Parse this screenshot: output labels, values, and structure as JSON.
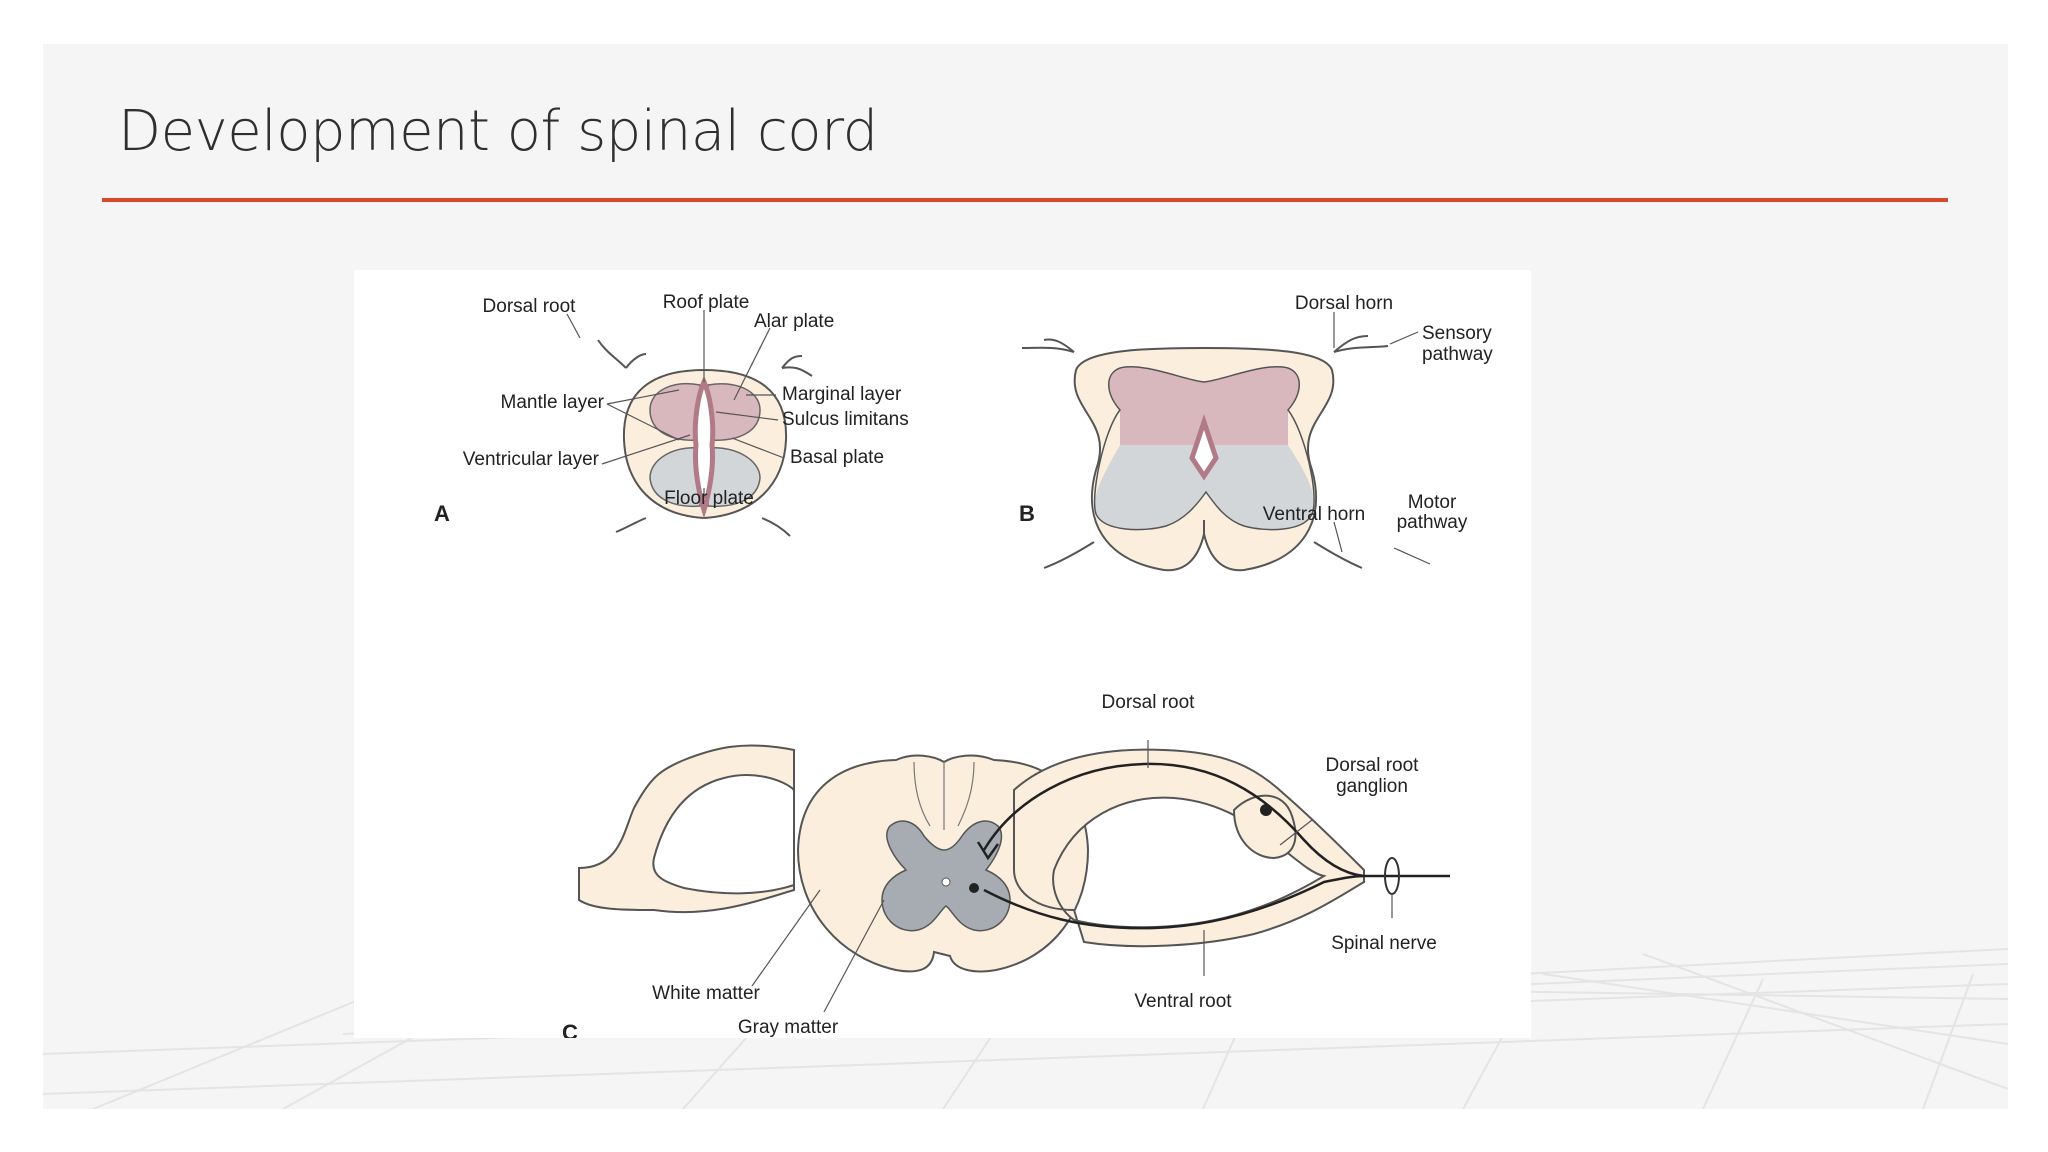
{
  "slide": {
    "title": "Development of spinal cord",
    "accent_color": "#d6492a"
  },
  "figure": {
    "colors": {
      "tissue": "#fbeedd",
      "alar": "#d9b8bd",
      "basal": "#d3d6d9",
      "gray_matter": "#a7acb3",
      "ventricle": "#b07a86"
    },
    "panel_a": {
      "panel_label": "A",
      "labels": {
        "dorsal_root": "Dorsal root",
        "roof_plate": "Roof plate",
        "alar_plate": "Alar plate",
        "mantle_layer": "Mantle layer",
        "marginal_layer": "Marginal layer",
        "sulcus_limitans": "Sulcus limitans",
        "ventricular_layer": "Ventricular layer",
        "basal_plate": "Basal plate",
        "floor_plate": "Floor plate"
      }
    },
    "panel_b": {
      "panel_label": "B",
      "labels": {
        "dorsal_horn": "Dorsal horn",
        "sensory_line1": "Sensory",
        "sensory_line2": "pathway",
        "ventral_horn": "Ventral horn",
        "motor_line1": "Motor",
        "motor_line2": "pathway"
      }
    },
    "panel_c": {
      "panel_label": "C",
      "labels": {
        "dorsal_root": "Dorsal root",
        "ganglion_line1": "Dorsal root",
        "ganglion_line2": "ganglion",
        "spinal_nerve": "Spinal nerve",
        "white_matter": "White matter",
        "gray_matter": "Gray matter",
        "ventral_root": "Ventral root"
      }
    }
  }
}
